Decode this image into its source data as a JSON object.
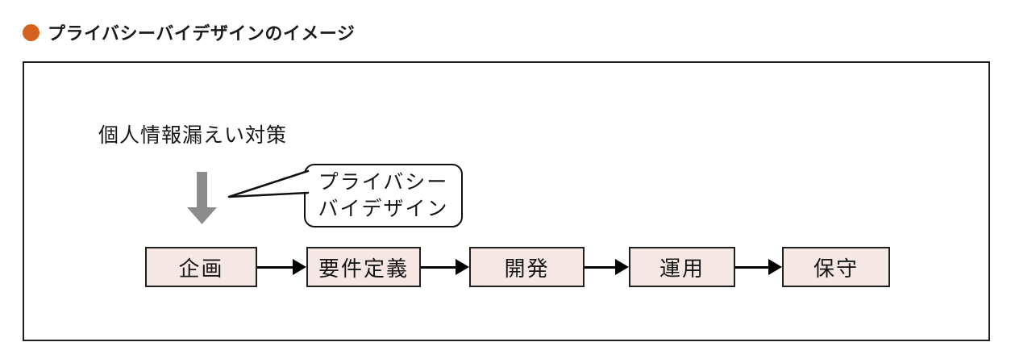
{
  "header": {
    "title": "プライバシーバイデザインのイメージ"
  },
  "diagram": {
    "annotation": "個人情報漏えい対策",
    "callout": {
      "line1": "プライバシー",
      "line2": "バイデザイン"
    },
    "stages": [
      "企画",
      "要件定義",
      "開発",
      "運用",
      "保守"
    ],
    "colors": {
      "bullet": "#d4621c",
      "stage_fill": "#f5e8e4",
      "border": "#1f1f1f",
      "gray_arrow": "#8c8c8c"
    }
  }
}
